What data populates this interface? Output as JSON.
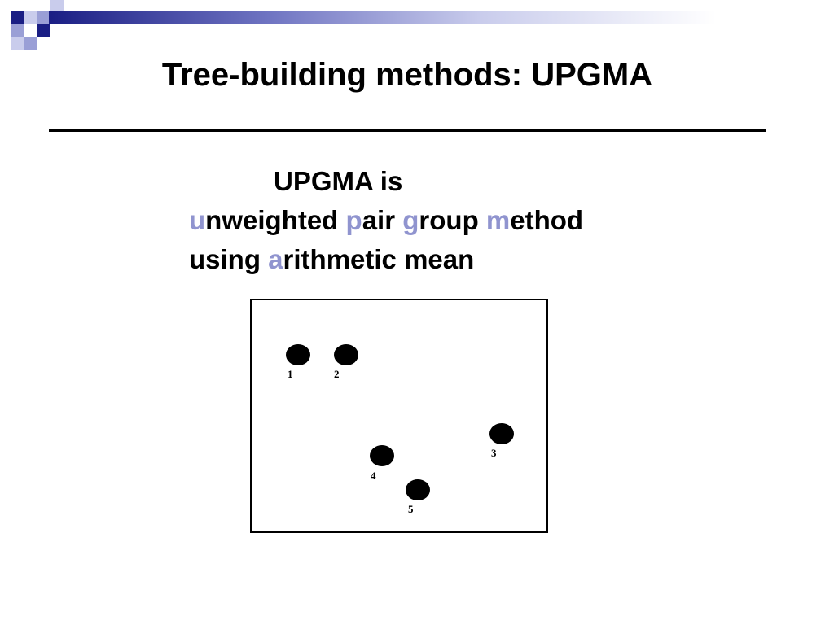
{
  "slide": {
    "title": "Tree-building methods: UPGMA",
    "definition": {
      "line1": "UPGMA is",
      "line2": [
        {
          "text": "u",
          "hl": true
        },
        {
          "text": "nweighted ",
          "hl": false
        },
        {
          "text": "p",
          "hl": true
        },
        {
          "text": "air ",
          "hl": false
        },
        {
          "text": "g",
          "hl": true
        },
        {
          "text": "roup ",
          "hl": false
        },
        {
          "text": "m",
          "hl": true
        },
        {
          "text": "ethod",
          "hl": false
        }
      ],
      "line3": [
        {
          "text": "using ",
          "hl": false
        },
        {
          "text": "a",
          "hl": true
        },
        {
          "text": "rithmetic mean",
          "hl": false
        }
      ]
    },
    "points": [
      {
        "label": "1"
      },
      {
        "label": "2"
      },
      {
        "label": "3"
      },
      {
        "label": "4"
      },
      {
        "label": "5"
      }
    ]
  },
  "colors": {
    "accent_navy": "#1a1e84",
    "highlight_letter": "#9094cf",
    "text": "#000000"
  }
}
